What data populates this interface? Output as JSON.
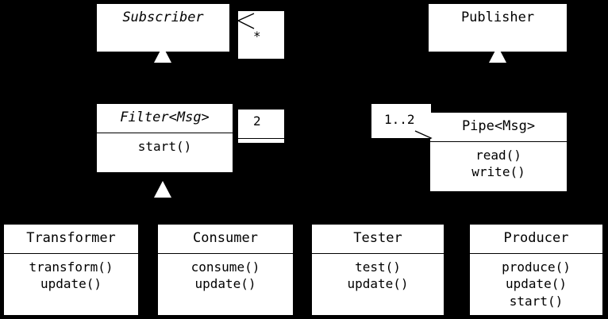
{
  "diagram": {
    "title": "Pipes and Filters UML class diagram",
    "background_color": "#000000",
    "box_fill_color": "#ffffff",
    "line_color": "#000000",
    "triangle_fill_color": "#ffffff"
  },
  "classes": {
    "subscriber": {
      "name": "Subscriber",
      "abstract": true,
      "operations": []
    },
    "publisher": {
      "name": "Publisher",
      "abstract": false,
      "operations": []
    },
    "filter": {
      "name": "Filter<Msg>",
      "abstract": true,
      "operations": [
        "start()"
      ]
    },
    "pipe": {
      "name": "Pipe<Msg>",
      "abstract": false,
      "operations": [
        "read()",
        "write()"
      ]
    },
    "transformer": {
      "name": "Transformer",
      "abstract": false,
      "operations": [
        "transform()",
        "update()"
      ]
    },
    "consumer": {
      "name": "Consumer",
      "abstract": false,
      "operations": [
        "consume()",
        "update()"
      ]
    },
    "tester": {
      "name": "Tester",
      "abstract": false,
      "operations": [
        "test()",
        "update()"
      ]
    },
    "producer": {
      "name": "Producer",
      "abstract": false,
      "operations": [
        "produce()",
        "update()",
        "start()"
      ]
    }
  },
  "multiplicities": {
    "subscriber_star": "*",
    "filter_two": "2",
    "pipe_one_to_two": "1..2"
  },
  "relationships": [
    {
      "kind": "generalization",
      "from": "Filter<Msg>",
      "to": "Subscriber"
    },
    {
      "kind": "generalization",
      "from": "Pipe<Msg>",
      "to": "Publisher"
    },
    {
      "kind": "generalization",
      "from": "Transformer",
      "to": "Filter<Msg>"
    },
    {
      "kind": "generalization",
      "from": "Consumer",
      "to": "Filter<Msg>"
    },
    {
      "kind": "generalization",
      "from": "Tester",
      "to": "Filter<Msg>"
    },
    {
      "kind": "generalization",
      "from": "Producer",
      "to": "Filter<Msg>"
    },
    {
      "kind": "association",
      "from": "Filter<Msg>",
      "to": "Subscriber",
      "source_multiplicity": "2",
      "target_multiplicity": "*"
    },
    {
      "kind": "association",
      "from": "Filter<Msg>",
      "to": "Pipe<Msg>",
      "target_multiplicity": "1..2"
    }
  ]
}
